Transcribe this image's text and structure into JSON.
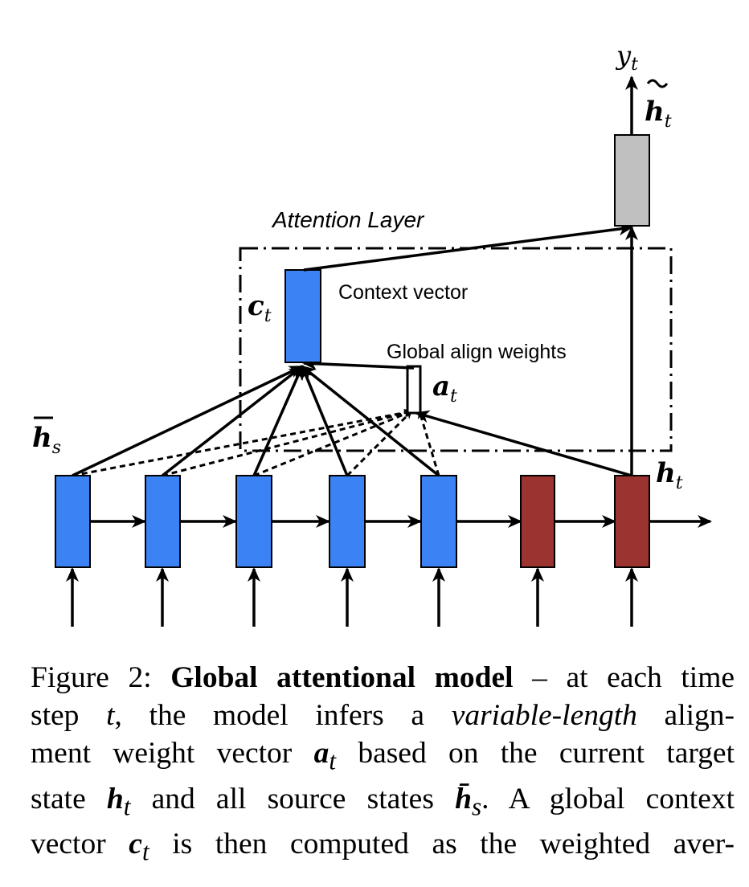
{
  "diagram": {
    "attention_layer_label": "Attention Layer",
    "context_vector_label": "Context vector",
    "global_align_label": "Global align weights",
    "c_t": {
      "base": "c",
      "sub": "t"
    },
    "a_t": {
      "base": "a",
      "sub": "t"
    },
    "h_bar_s": {
      "base": "h",
      "sub": "s",
      "accent": "¯"
    },
    "h_t": {
      "base": "h",
      "sub": "t"
    },
    "h_tilde_t": {
      "base": "h",
      "sub": "t",
      "accent": "~"
    },
    "y_t": {
      "base": "y",
      "sub": "t"
    },
    "colors": {
      "source_state": "#3b83f5",
      "target_state": "#9b3330",
      "attentional_state": "#c0c0c0",
      "stroke": "#000000"
    }
  },
  "caption": {
    "figure_label": "Figure 2:",
    "title": "Global attentional model",
    "dash": "–",
    "line1_tail": "at each time",
    "line2_a": "step",
    "line2_t": "t",
    "line2_b": ", the model infers a",
    "line2_italic": "variable-length",
    "line2_c": "align-",
    "line3_a": "ment weight vector",
    "line3_sym": "a",
    "line3_sub": "t",
    "line3_b": "based on the current target",
    "line4_a": "state",
    "line4_sym": "h",
    "line4_sub": "t",
    "line4_b": "and all source states",
    "line4_sym2": "h̄",
    "line4_sub2": "s",
    "line4_c": ". A global context",
    "line5_a": "vector",
    "line5_sym": "c",
    "line5_sub": "t",
    "line5_b": "is then computed as the weighted aver-"
  }
}
